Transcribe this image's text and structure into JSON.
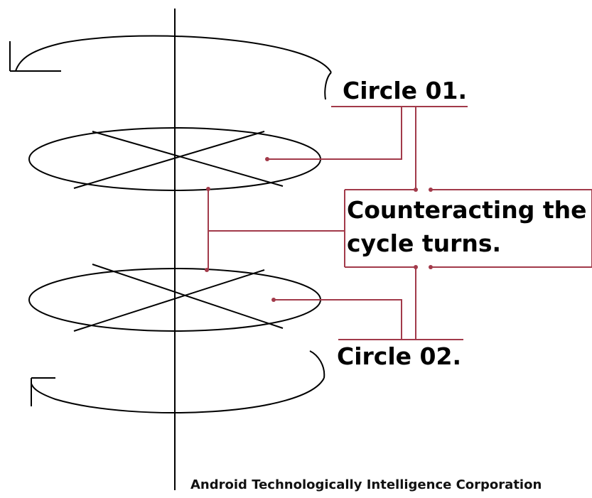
{
  "labels": {
    "circle_top": "Circle 01.",
    "center_line1": "Counteracting the",
    "center_line2": "cycle turns.",
    "circle_bottom": "Circle 02."
  },
  "footer": "Android Technologically Intelligence Corporation",
  "colors": {
    "line": "#000000",
    "leader": "#a23a4a",
    "background": "#ffffff"
  }
}
